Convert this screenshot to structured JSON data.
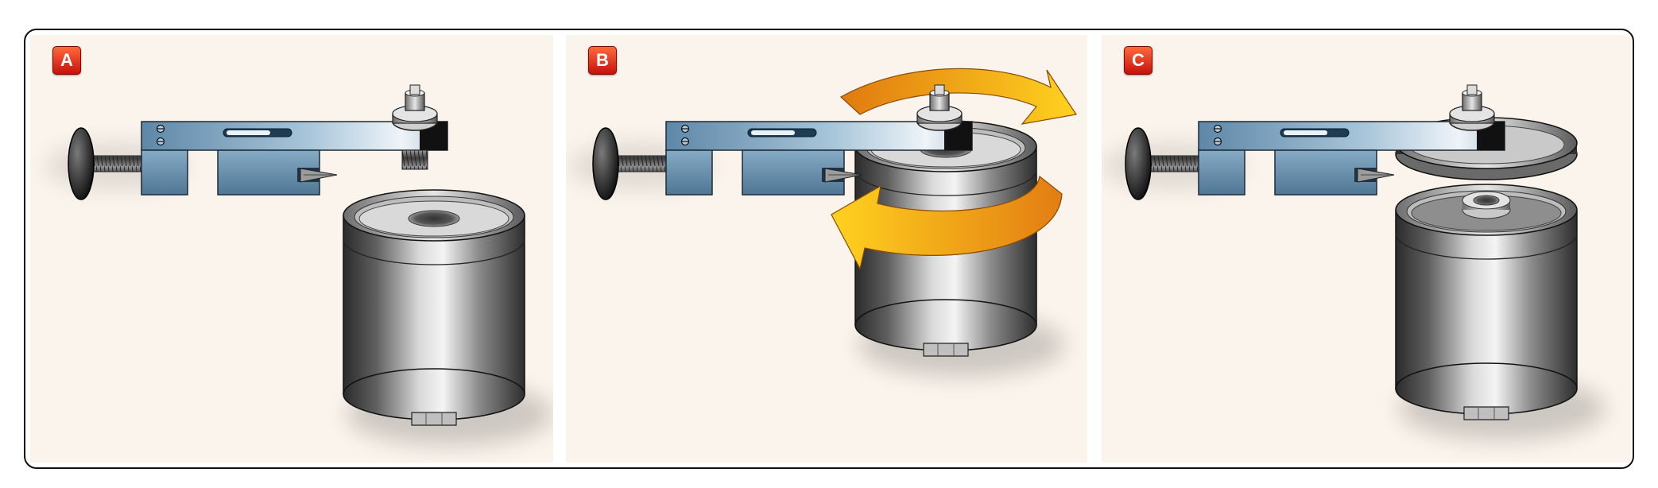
{
  "panels": [
    {
      "label": "A"
    },
    {
      "label": "B"
    },
    {
      "label": "C"
    }
  ],
  "colors": {
    "background": "#fbf4ec",
    "badge": "#d8281a",
    "tool_blue": "#7fa6c2",
    "rotation_arrow": "#f2a019",
    "frame": "#111111"
  }
}
